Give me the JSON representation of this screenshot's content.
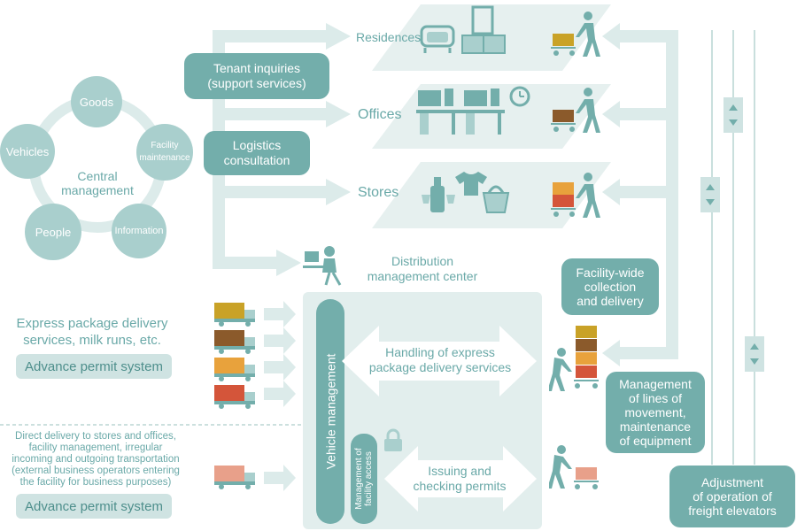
{
  "central": {
    "title": "Central\nmanagement",
    "nodes": [
      "Goods",
      "Facility\nmaintenance",
      "Information",
      "People",
      "Vehicles"
    ]
  },
  "callouts": {
    "tenant": "Tenant inquiries\n(support services)",
    "logistics": "Logistics\nconsultation",
    "collection": "Facility-wide\ncollection\nand delivery",
    "movement": "Management\nof lines of\nmovement,\nmaintenance\nof equipment",
    "elevators": "Adjustment\nof operation of\nfreight elevators"
  },
  "floors": {
    "residences": "Residences",
    "offices": "Offices",
    "stores": "Stores"
  },
  "center": {
    "title": "Distribution\nmanagement center"
  },
  "left": {
    "express": "Express package delivery\nservices, milk runs, etc.",
    "permit1": "Advance permit system",
    "direct": "Direct delivery to stores and offices,\nfacility management, irregular\nincoming and outgoing transportation\n(external business operators entering\nthe facility for business purposes)",
    "permit2": "Advance permit system"
  },
  "panel": {
    "vehicle": "Vehicle management",
    "access": "Management of\nfacility access",
    "handling": "Handling of express\npackage delivery services",
    "issuing": "Issuing and\nchecking permits"
  },
  "colors": {
    "teal": "#73aeab",
    "pale": "#cfe3e2",
    "arrow": "#dcebea",
    "truck_cargo": [
      "#c9a227",
      "#8b5a2b",
      "#e8a23c",
      "#d4553a",
      "#e8a08a"
    ]
  },
  "icons": [
    "sofa-icon",
    "dresser-icon",
    "worker-cart-icon",
    "desk-computer-icon",
    "clock-icon",
    "wine-icon",
    "tshirt-icon",
    "basket-icon",
    "operator-desk-icon",
    "truck-icon",
    "lock-icon",
    "elevator-icon"
  ]
}
